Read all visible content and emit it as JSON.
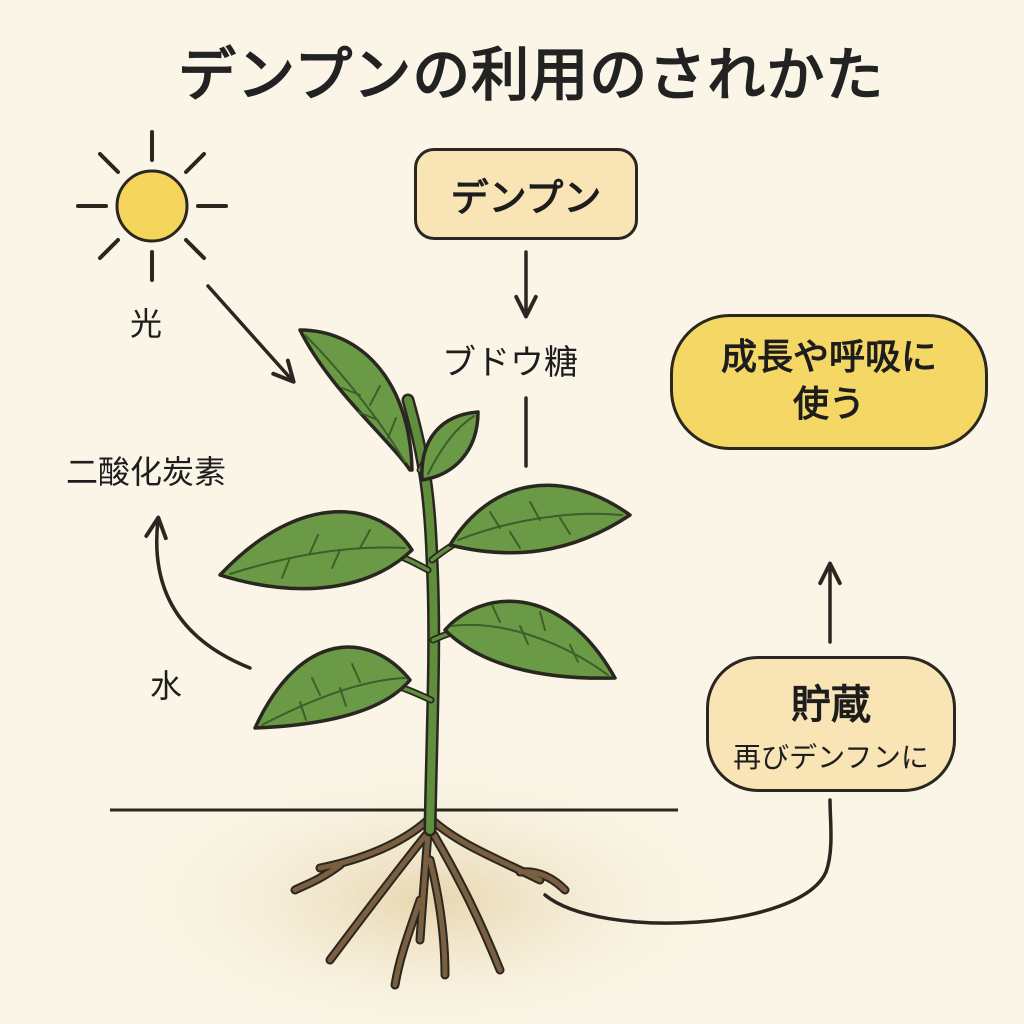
{
  "title": "デンプンの利用のされかた",
  "labels": {
    "light": "光",
    "co2": "二酸化炭素",
    "water": "水",
    "glucose": "ブドウ糖"
  },
  "boxes": {
    "starch": "デンプン",
    "growth_line1": "成長や呼吸に",
    "growth_line2": "使う",
    "storage_title": "貯蔵",
    "storage_sub": "再びデンフンに"
  },
  "colors": {
    "background": "#faf5e6",
    "sun": "#f5d55c",
    "leaf": "#6a9a46",
    "stem": "#5f8f3c",
    "root": "#7a6040",
    "box_pale": "#f8e4b4",
    "box_yellow": "#f5d766",
    "outline": "#2a2620"
  }
}
